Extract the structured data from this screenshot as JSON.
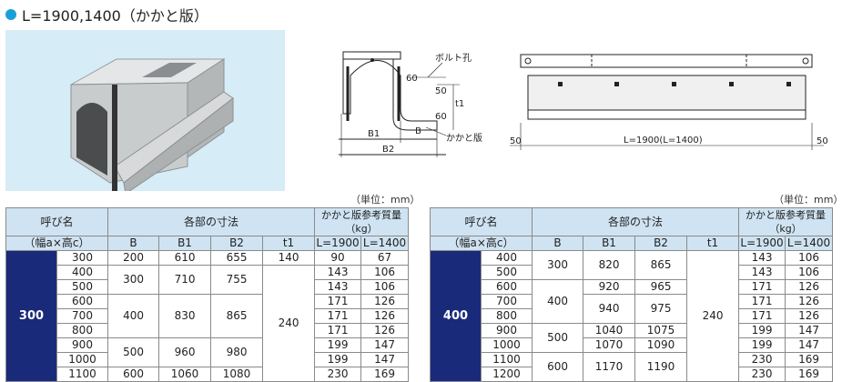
{
  "title": "L=1900,1400（かかと版）",
  "unit_note": "（単位：mm）",
  "diagram_cross": {
    "bolt_hole": "ボルト孔",
    "heel_plate": "かかと版",
    "dim_60_top": "60",
    "dim_50": "50",
    "dim_60_bottom": "60",
    "dim_t1": "t1",
    "dim_b1": "B1",
    "dim_b2": "B2",
    "dim_b": "B"
  },
  "diagram_side": {
    "length_label": "L=1900(L=1400)",
    "left_50": "50",
    "right_50": "50"
  },
  "table_header": {
    "name": "呼び名",
    "name_sub": "（幅a×高c）",
    "dims": "各部の寸法",
    "weight": "かかと版参考質量（kg）",
    "col_b": "B",
    "col_b1": "B1",
    "col_b2": "B2",
    "col_t1": "t1",
    "col_l1900": "L=1900",
    "col_l1400": "L=1400"
  },
  "table1": {
    "group": "300",
    "c": [
      "300",
      "400",
      "500",
      "600",
      "700",
      "800",
      "900",
      "1000",
      "1100"
    ],
    "b": [
      "200",
      "300",
      "400",
      "500",
      "600"
    ],
    "b1": [
      "610",
      "710",
      "830",
      "960",
      "1060"
    ],
    "b2": [
      "655",
      "755",
      "865",
      "980",
      "1080"
    ],
    "t1": [
      "140",
      "240"
    ],
    "w1900": [
      "90",
      "143",
      "143",
      "171",
      "171",
      "171",
      "199",
      "199",
      "230"
    ],
    "w1400": [
      "67",
      "106",
      "106",
      "126",
      "126",
      "126",
      "147",
      "147",
      "169"
    ]
  },
  "table2": {
    "group": "400",
    "c": [
      "400",
      "500",
      "600",
      "700",
      "800",
      "900",
      "1000",
      "1100",
      "1200"
    ],
    "b": [
      "300",
      "400",
      "500",
      "600"
    ],
    "b1": [
      "820",
      "920",
      "940",
      "1040",
      "1070",
      "1170"
    ],
    "b2": [
      "865",
      "965",
      "975",
      "1075",
      "1090",
      "1190"
    ],
    "t1": [
      "240"
    ],
    "w1900": [
      "143",
      "143",
      "171",
      "171",
      "171",
      "199",
      "199",
      "230",
      "230"
    ],
    "w1400": [
      "106",
      "106",
      "126",
      "126",
      "126",
      "147",
      "147",
      "169",
      "169"
    ]
  }
}
